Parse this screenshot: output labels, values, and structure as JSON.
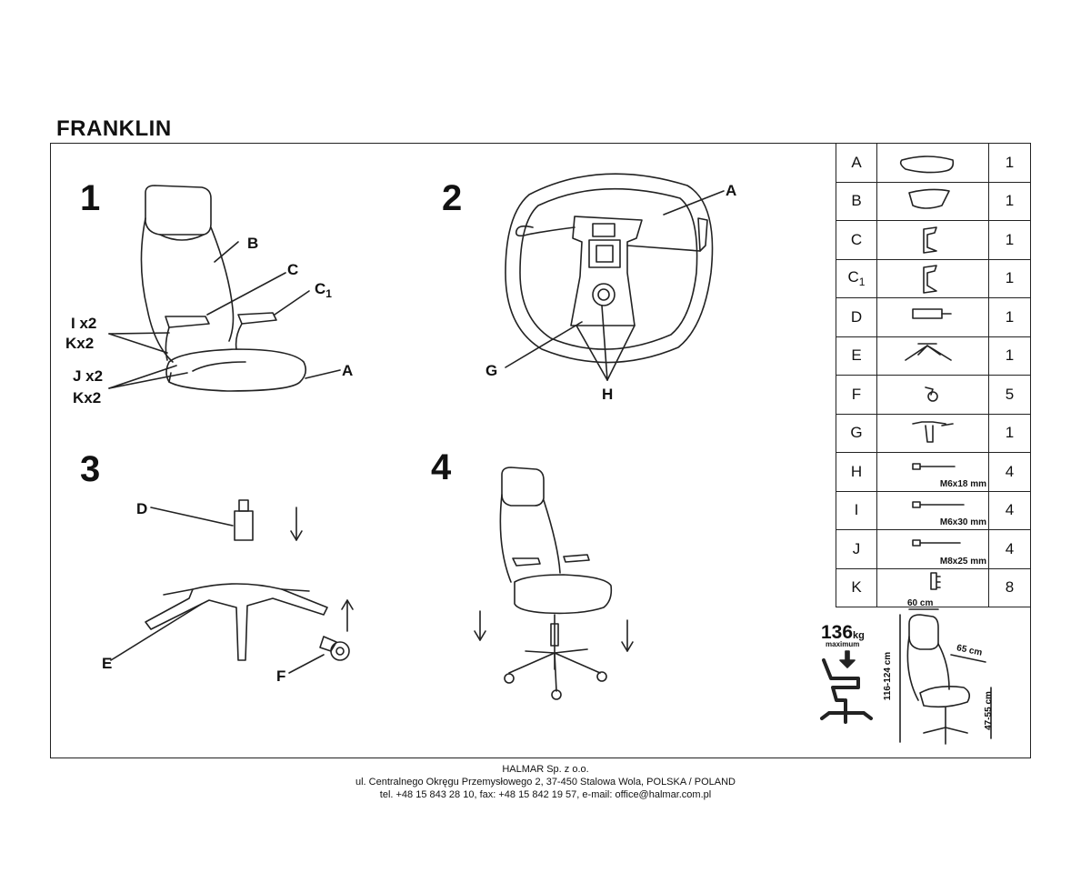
{
  "title": "FRANKLIN",
  "steps": [
    "1",
    "2",
    "3",
    "4"
  ],
  "labels": {
    "step1": {
      "B": "B",
      "C": "C",
      "C1_letter": "C",
      "C1_sub": "1",
      "A": "A",
      "Ix2": "I x2",
      "Kx2_a": "Kx2",
      "Jx2": "J x2",
      "Kx2_b": "Kx2"
    },
    "step2": {
      "A": "A",
      "G": "G",
      "H": "H"
    },
    "step3": {
      "D": "D",
      "E": "E",
      "F": "F"
    }
  },
  "parts": [
    {
      "code": "A",
      "sub": "",
      "qty": "1",
      "icon": "seat-icon",
      "size": ""
    },
    {
      "code": "B",
      "sub": "",
      "qty": "1",
      "icon": "backrest-icon",
      "size": ""
    },
    {
      "code": "C",
      "sub": "",
      "qty": "1",
      "icon": "armrest-icon",
      "size": ""
    },
    {
      "code": "C",
      "sub": "1",
      "qty": "1",
      "icon": "armrest-icon",
      "size": ""
    },
    {
      "code": "D",
      "sub": "",
      "qty": "1",
      "icon": "gas-lift-icon",
      "size": ""
    },
    {
      "code": "E",
      "sub": "",
      "qty": "1",
      "icon": "base-icon",
      "size": ""
    },
    {
      "code": "F",
      "sub": "",
      "qty": "5",
      "icon": "caster-icon",
      "size": ""
    },
    {
      "code": "G",
      "sub": "",
      "qty": "1",
      "icon": "mechanism-icon",
      "size": ""
    },
    {
      "code": "H",
      "sub": "",
      "qty": "4",
      "icon": "bolt-icon",
      "size": "M6x18 mm"
    },
    {
      "code": "I",
      "sub": "",
      "qty": "4",
      "icon": "bolt-icon",
      "size": "M6x30 mm"
    },
    {
      "code": "J",
      "sub": "",
      "qty": "4",
      "icon": "bolt-icon",
      "size": "M8x25 mm"
    },
    {
      "code": "K",
      "sub": "",
      "qty": "8",
      "icon": "washer-icon",
      "size": ""
    }
  ],
  "specs": {
    "max_load": "136",
    "max_load_unit": "kg",
    "max_label": "maximum",
    "width": "60 cm",
    "depth": "65 cm",
    "height": "116-124 cm",
    "seat_height": "47-55 cm"
  },
  "footer": {
    "company": "HALMAR Sp. z o.o.",
    "address": "ul. Centralnego Okręgu Przemysłowego 2, 37-450 Stalowa Wola, POLSKA / POLAND",
    "contact": "tel. +48 15 843 28 10, fax: +48 15 842 19 57, e-mail: office@halmar.com.pl"
  }
}
